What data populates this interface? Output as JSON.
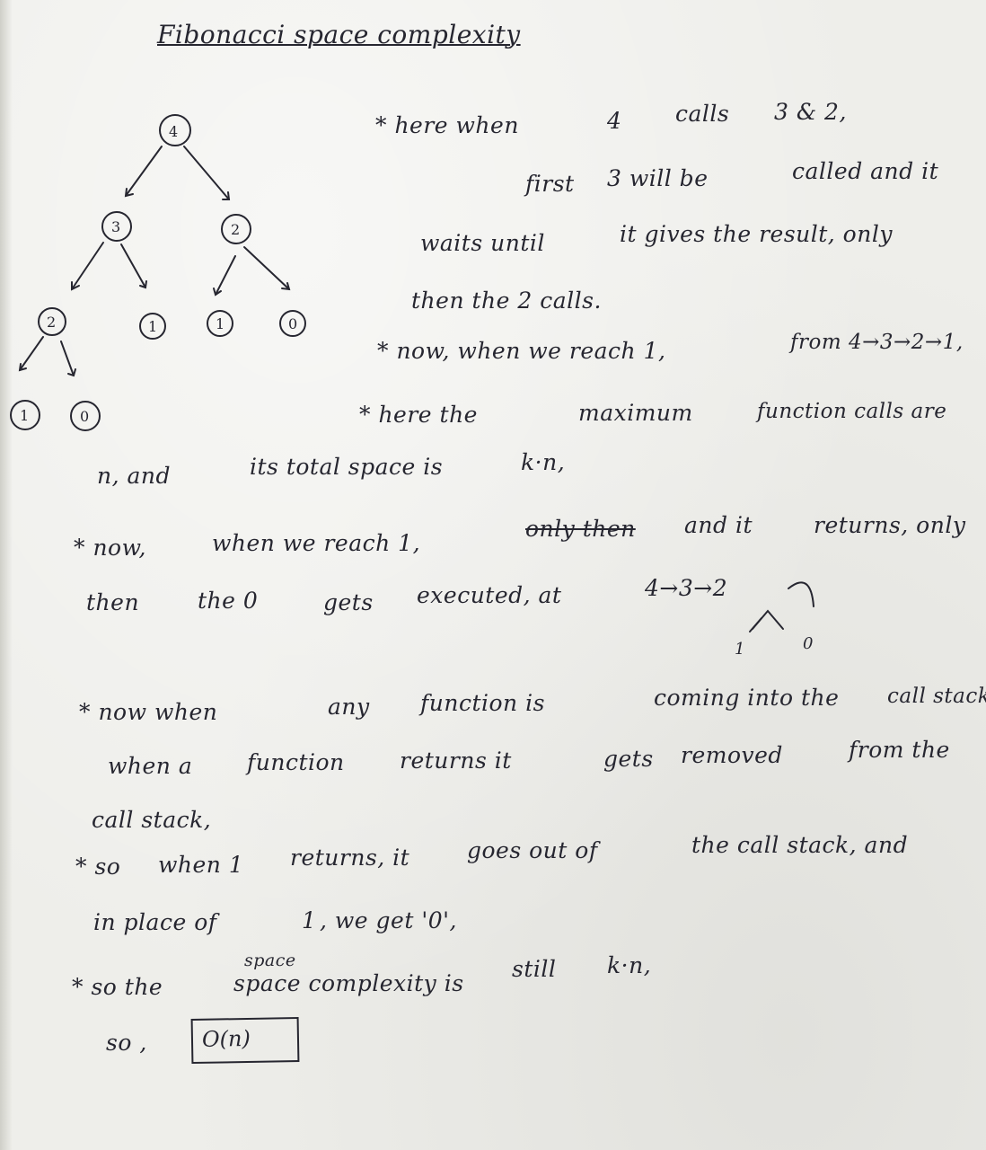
{
  "title": "Fibonacci space complexity",
  "tree": {
    "root": "4",
    "level1": [
      "3",
      "2"
    ],
    "level2": [
      "2",
      "1",
      "1",
      "0"
    ],
    "level3": [
      "1",
      "0"
    ]
  },
  "notes": {
    "l1": [
      "* here when",
      "4",
      "calls",
      "3 & 2,"
    ],
    "l2": [
      "first",
      "3 will be",
      "called and it"
    ],
    "l3": [
      "waits until",
      "it gives the result, only"
    ],
    "l4": "then the 2 calls.",
    "l5": [
      "* now, when we reach 1,",
      "from 4→3→2→1,"
    ],
    "l6": [
      "* here the",
      "maximum",
      "function calls are"
    ],
    "l7": [
      "n, and",
      "its total space is",
      "k·n,"
    ],
    "l8": [
      "* now,",
      "when we reach 1,",
      "only then",
      "and it",
      "returns, only"
    ],
    "l9": [
      "then",
      "the 0",
      "gets",
      "executed, at",
      "4→3→2"
    ],
    "mini": [
      "1",
      "0"
    ],
    "l10": [
      "* now when",
      "any",
      "function is",
      "coming into the",
      "call stack,"
    ],
    "l11": [
      "when a",
      "function",
      "returns it",
      "gets",
      "removed",
      "from the"
    ],
    "l12": "call stack,",
    "l13": [
      "* so",
      "when 1",
      "returns, it",
      "goes out of",
      "the call stack, and"
    ],
    "l14": [
      "in place of",
      "1",
      ", we get '0',"
    ],
    "l15_super": "space",
    "l15": [
      "* so the",
      "space complexity is",
      "still",
      "k·n,"
    ],
    "l16_prefix": "so ,",
    "answer": "O(n)"
  }
}
